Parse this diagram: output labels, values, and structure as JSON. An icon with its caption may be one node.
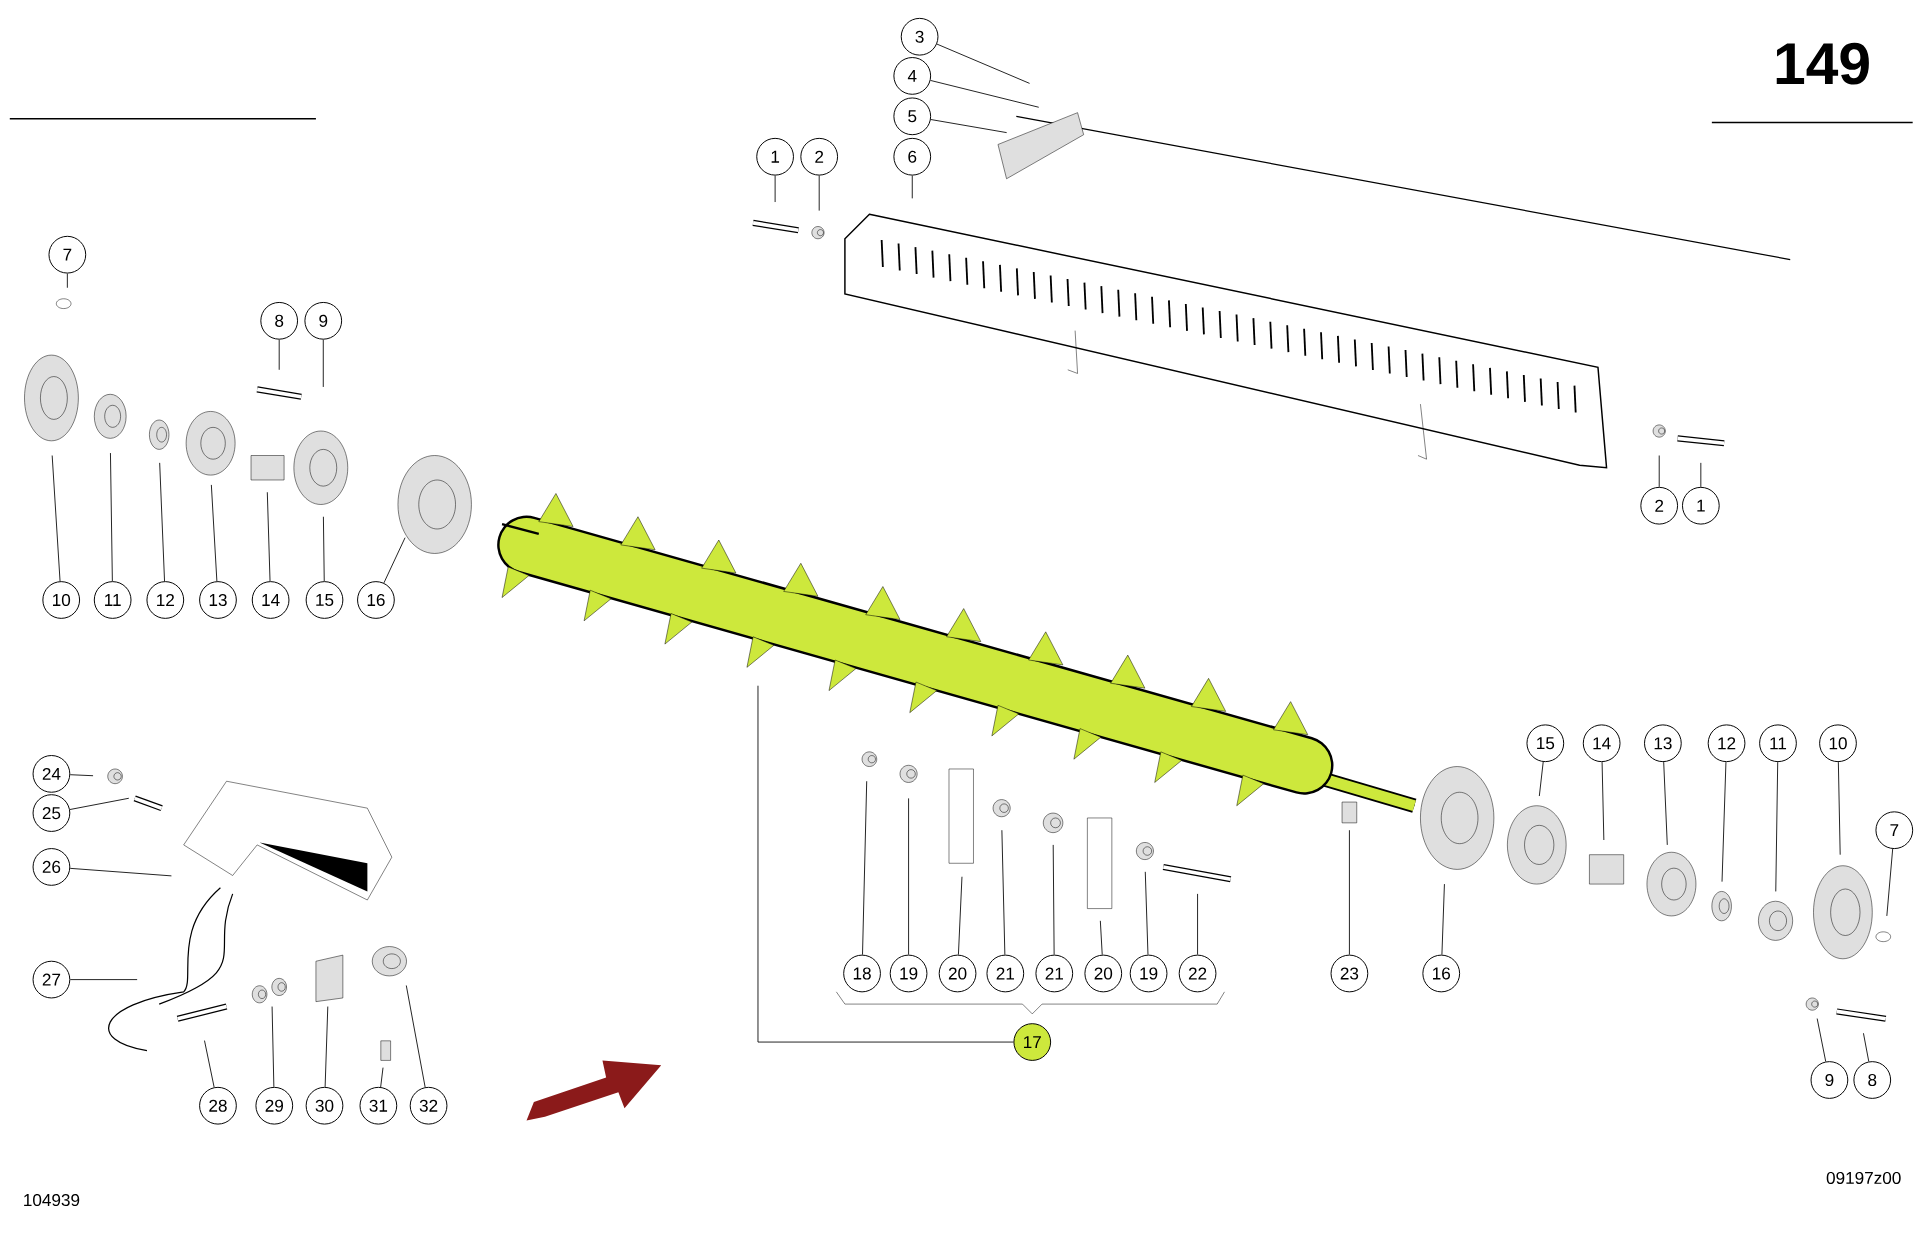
{
  "diagram": {
    "nodes": [
      {
        "text": [
          "3"
        ]
      },
      {
        "text": [
          "4"
        ]
      },
      {
        "text": [
          "5"
        ]
      },
      {
        "text": [
          "1"
        ]
      },
      {
        "text": [
          "2"
        ]
      },
      {
        "text": [
          "6"
        ]
      },
      {
        "text": [
          "7"
        ]
      },
      {
        "text": [
          "8"
        ]
      },
      {
        "text": [
          "9"
        ]
      },
      {
        "text": [
          "10"
        ]
      },
      {
        "text": [
          "11"
        ]
      },
      {
        "text": [
          "12"
        ]
      },
      {
        "text": [
          "13"
        ]
      },
      {
        "text": [
          "14"
        ]
      },
      {
        "text": [
          "15"
        ]
      },
      {
        "text": [
          "16"
        ]
      },
      {
        "text": [
          "2"
        ]
      },
      {
        "text": [
          "1"
        ]
      },
      {
        "text": [
          "24"
        ]
      },
      {
        "text": [
          "25"
        ]
      },
      {
        "text": [
          "26"
        ]
      },
      {
        "text": [
          "15"
        ]
      },
      {
        "text": [
          "14"
        ]
      },
      {
        "text": [
          "13"
        ]
      },
      {
        "text": [
          "12"
        ]
      },
      {
        "text": [
          "11"
        ]
      },
      {
        "text": [
          "10"
        ]
      },
      {
        "text": [
          "7"
        ]
      },
      {
        "text": [
          "27"
        ]
      },
      {
        "text": [
          "18"
        ]
      },
      {
        "text": [
          "19"
        ]
      },
      {
        "text": [
          "20"
        ]
      },
      {
        "text": [
          "21"
        ]
      },
      {
        "text": [
          "21"
        ]
      },
      {
        "text": [
          "20"
        ]
      },
      {
        "text": [
          "19"
        ]
      },
      {
        "text": [
          "22"
        ]
      },
      {
        "text": [
          "23"
        ]
      },
      {
        "text": [
          "16"
        ]
      },
      {
        "text": [
          "17"
        ]
      },
      {
        "text": [
          "9"
        ]
      },
      {
        "text": [
          "8"
        ]
      },
      {
        "text": [
          "28"
        ]
      },
      {
        "text": [
          "29"
        ]
      },
      {
        "text": [
          "30"
        ]
      },
      {
        "text": [
          "31"
        ]
      },
      {
        "text": [
          "32"
        ]
      }
    ],
    "edges": [
      {
        "from": 0,
        "to": null,
        "arrow": "none"
      },
      {
        "from": 1,
        "to": null,
        "arrow": "none"
      },
      {
        "from": 2,
        "to": null,
        "arrow": "none"
      },
      {
        "from": 3,
        "to": null,
        "arrow": "none"
      },
      {
        "from": 4,
        "to": null,
        "arrow": "none"
      },
      {
        "from": 5,
        "to": null,
        "arrow": "none"
      },
      {
        "from": 6,
        "to": null,
        "arrow": "none"
      },
      {
        "from": 7,
        "to": null,
        "arrow": "none"
      },
      {
        "from": 8,
        "to": null,
        "arrow": "none"
      },
      {
        "from": 9,
        "to": null,
        "arrow": "none"
      },
      {
        "from": 10,
        "to": null,
        "arrow": "none"
      },
      {
        "from": 11,
        "to": null,
        "arrow": "none"
      },
      {
        "from": 12,
        "to": null,
        "arrow": "none"
      },
      {
        "from": 13,
        "to": null,
        "arrow": "none"
      },
      {
        "from": 14,
        "to": null,
        "arrow": "none"
      },
      {
        "from": 15,
        "to": null,
        "arrow": "none"
      },
      {
        "from": 16,
        "to": null,
        "arrow": "none"
      },
      {
        "from": 17,
        "to": null,
        "arrow": "none"
      },
      {
        "from": 18,
        "to": null,
        "arrow": "none"
      },
      {
        "from": 19,
        "to": null,
        "arrow": "none"
      },
      {
        "from": 20,
        "to": null,
        "arrow": "none"
      },
      {
        "from": 21,
        "to": null,
        "arrow": "none"
      },
      {
        "from": 22,
        "to": null,
        "arrow": "none"
      },
      {
        "from": 23,
        "to": null,
        "arrow": "none"
      },
      {
        "from": 24,
        "to": null,
        "arrow": "none"
      },
      {
        "from": 25,
        "to": null,
        "arrow": "none"
      },
      {
        "from": 26,
        "to": null,
        "arrow": "none"
      },
      {
        "from": 27,
        "to": null,
        "arrow": "none"
      },
      {
        "from": 28,
        "to": null,
        "arrow": "none"
      },
      {
        "from": 29,
        "to": null,
        "arrow": "none"
      },
      {
        "from": 30,
        "to": null,
        "arrow": "none"
      },
      {
        "from": 31,
        "to": null,
        "arrow": "none"
      },
      {
        "from": 32,
        "to": null,
        "arrow": "none"
      },
      {
        "from": 33,
        "to": null,
        "arrow": "none"
      },
      {
        "from": 34,
        "to": null,
        "arrow": "none"
      },
      {
        "from": 35,
        "to": null,
        "arrow": "none"
      },
      {
        "from": 36,
        "to": null,
        "arrow": "none"
      },
      {
        "from": 37,
        "to": null,
        "arrow": "none"
      },
      {
        "from": 38,
        "to": null,
        "arrow": "none"
      },
      {
        "from": 39,
        "to": null,
        "arrow": "none"
      },
      {
        "from": 40,
        "to": null,
        "arrow": "none"
      },
      {
        "from": 41,
        "to": null,
        "arrow": "none"
      },
      {
        "from": 42,
        "to": null,
        "arrow": "none"
      },
      {
        "from": 43,
        "to": null,
        "arrow": "none"
      },
      {
        "from": 44,
        "to": null,
        "arrow": "none"
      },
      {
        "from": 45,
        "to": null,
        "arrow": "none"
      },
      {
        "from": 46,
        "to": null,
        "arrow": "none"
      }
    ],
    "labels": [
      "149",
      "104939",
      "09197z00"
    ]
  }
}
